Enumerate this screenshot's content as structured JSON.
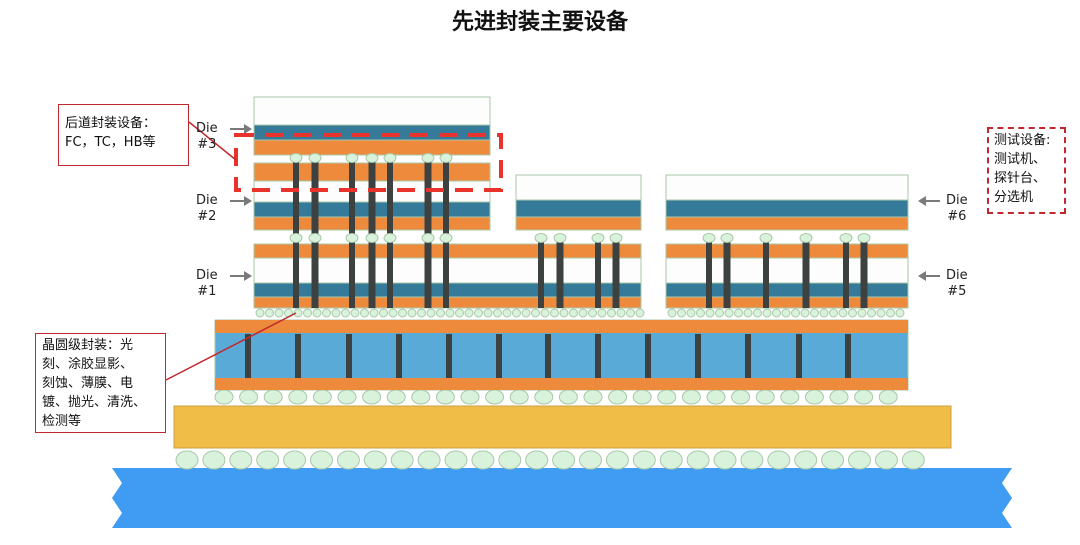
{
  "title": "先进封装主要设备",
  "die_labels": {
    "die3": [
      "Die",
      "#3"
    ],
    "die2": [
      "Die",
      "#2"
    ],
    "die1": [
      "Die",
      "#1"
    ],
    "die6": [
      "Die",
      "#6"
    ],
    "die5": [
      "Die",
      "#5"
    ]
  },
  "callouts": {
    "backend": [
      "后道封装设备：",
      "FC，TC，HB等"
    ],
    "wafer": [
      "晶圆级封装：光",
      "刻、涂胶显影、",
      "刻蚀、薄膜、电",
      "镀、抛光、清洗、",
      "检测等"
    ],
    "test": [
      "测试设备:",
      "测试机、",
      "探针台、",
      "分选机"
    ]
  },
  "colors": {
    "orange": "#ee8a3c",
    "blue_layer": "#357a99",
    "interposer_blue": "#5aaad8",
    "substrate": "#f0bd47",
    "pcb": "#3f9cf2",
    "tsv": "#3d4240",
    "bump": "#d8f2dc",
    "callout_red": "#c0282d",
    "dash_red": "#e8322c"
  }
}
